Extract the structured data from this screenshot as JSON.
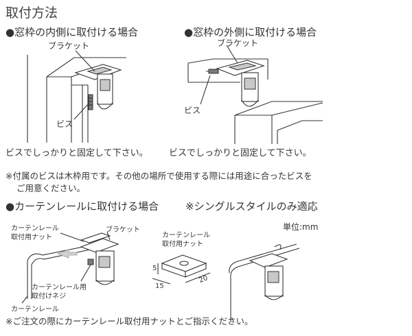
{
  "title": "取付方法",
  "sections": {
    "inside_frame": {
      "heading": "●窓枠の内側に取付ける場合",
      "bracket_label": "ブラケット",
      "screw_label": "ビス",
      "caption": "ビスでしっかりと固定して下さい。"
    },
    "outside_frame": {
      "heading": "●窓枠の外側に取付ける場合",
      "bracket_label": "ブラケット",
      "screw_label": "ビス",
      "caption": "ビスでしっかりと固定して下さい。"
    },
    "note": {
      "line1": "※付属のビスは木枠用です。その他の場所で使用する際には用途に合ったビスを",
      "line2": "ご用意ください。"
    },
    "curtain_rail": {
      "heading": "●カーテンレールに取付ける場合",
      "heading_note": "※シングルスタイルのみ適応",
      "nut_label_line1": "カーテンレール",
      "nut_label_line2": "取付用ナット",
      "bracket_label": "ブラケット",
      "screw_label_line1": "カーテンレール用",
      "screw_label_line2": "取付けネジ",
      "rail_label": "カーテンレール",
      "detail_label_line1": "カーテンレール",
      "detail_label_line2": "取付用ナット",
      "unit_label": "単位:mm",
      "dim_height": "5",
      "dim_width": "15",
      "dim_length": "20",
      "footer_note": "※ご注文の際にカーテンレール取付用ナットとご指示ください。"
    }
  }
}
